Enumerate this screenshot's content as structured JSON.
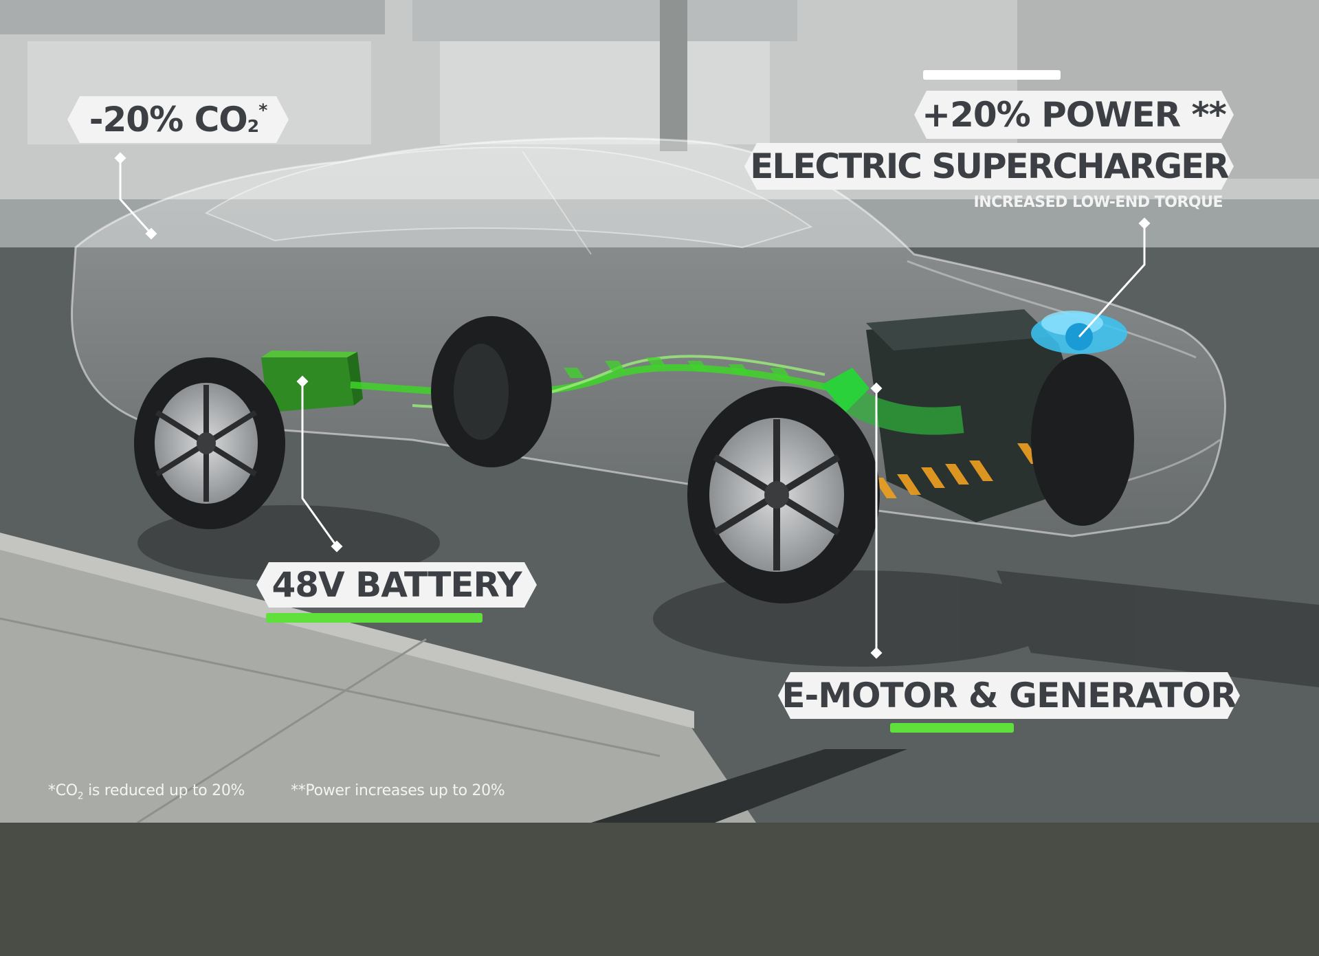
{
  "labels": {
    "co2": "-20% CO",
    "co2_sub": "2",
    "co2_mark": "*",
    "power": "+20% POWER **",
    "supercharger": "ELECTRIC SUPERCHARGER",
    "supercharger_sub": "INCREASED LOW-END TORQUE",
    "battery": "48V BATTERY",
    "emotor": "E-MOTOR & GENERATOR"
  },
  "footnotes": {
    "co2_a": "*CO",
    "co2_sub": "2",
    "co2_b": " is reduced up to 20%",
    "power": "**Power increases up to 20%"
  },
  "colors": {
    "label_bg": "#f2f3f2",
    "label_text": "#3c4044",
    "accent_green": "#5fe03a",
    "accent_white": "#ffffff",
    "energy_green": "#3fd42a",
    "energy_orange": "#f0a020",
    "supercharger_blue": "#3cc6f5",
    "bottom_band": "#4a4d46"
  }
}
